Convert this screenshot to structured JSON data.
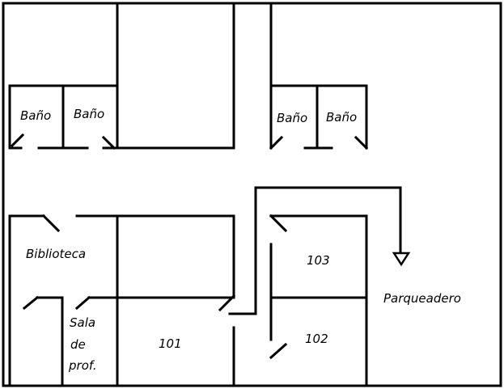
{
  "rooms": {
    "bathroom_1": "Baño",
    "bathroom_2": "Baño",
    "bathroom_3": "Baño",
    "bathroom_4": "Baño",
    "library": "Biblioteca",
    "staff_room_line1": "Sala",
    "staff_room_line2": "de",
    "staff_room_line3": "prof.",
    "room_101": "101",
    "room_102": "102",
    "room_103": "103",
    "parking": "Parqueadero"
  },
  "colors": {
    "wall": "#000000",
    "background": "#ffffff"
  }
}
